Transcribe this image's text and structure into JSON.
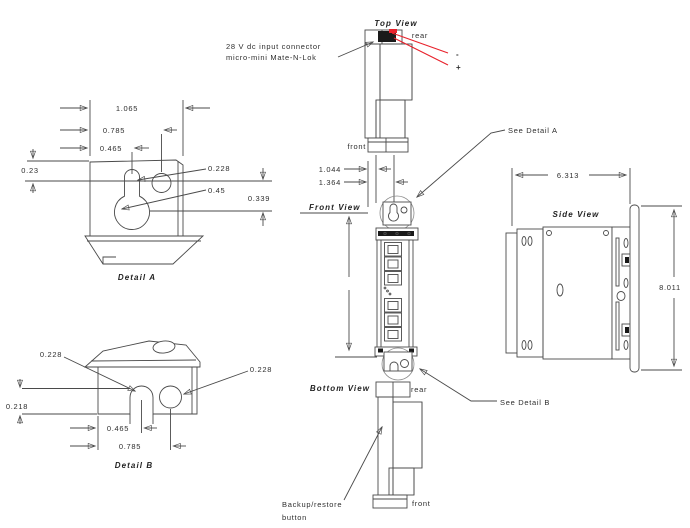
{
  "drawing_type": "mechanical dimensional drawing",
  "colors": {
    "line": "#4a4a4a",
    "dark_fill": "#1a1a1a",
    "accent_red": "#e8212b",
    "text": "#2e2e2e"
  },
  "views": {
    "top": {
      "title": "Top View",
      "rear_label": "rear",
      "front_label": "front"
    },
    "front": {
      "title": "Front View"
    },
    "side": {
      "title": "Side View"
    },
    "bottom": {
      "title": "Bottom View",
      "rear_label": "rear",
      "front_label": "front"
    },
    "detail_a": {
      "title": "Detail A"
    },
    "detail_b": {
      "title": "Detail B"
    }
  },
  "dimensions": {
    "detail_a": {
      "width_outer": "1.065",
      "width_mid": "0.785",
      "width_inner": "0.465",
      "top_offset": "0.23",
      "slot_width": "0.228",
      "keyhole_dia": "0.45",
      "vertical_offset": "0.339"
    },
    "detail_b": {
      "notch_width": "0.228",
      "hole_dia": "0.228",
      "height_offset": "0.218",
      "notch_offset": "0.465",
      "hole_offset": "0.785"
    },
    "front": {
      "offset_a": "1.044",
      "offset_b": "1.364"
    },
    "side": {
      "depth": "6.313",
      "height": "8.011"
    }
  },
  "callouts": {
    "connector_line1": "28 V dc input connector",
    "connector_line2": "micro-mini Mate-N-Lok",
    "polarity_minus": "-",
    "polarity_plus": "+",
    "see_detail_a": "See Detail A",
    "see_detail_b": "See Detail B",
    "backup_line1": "Backup/restore",
    "backup_line2": "button"
  }
}
